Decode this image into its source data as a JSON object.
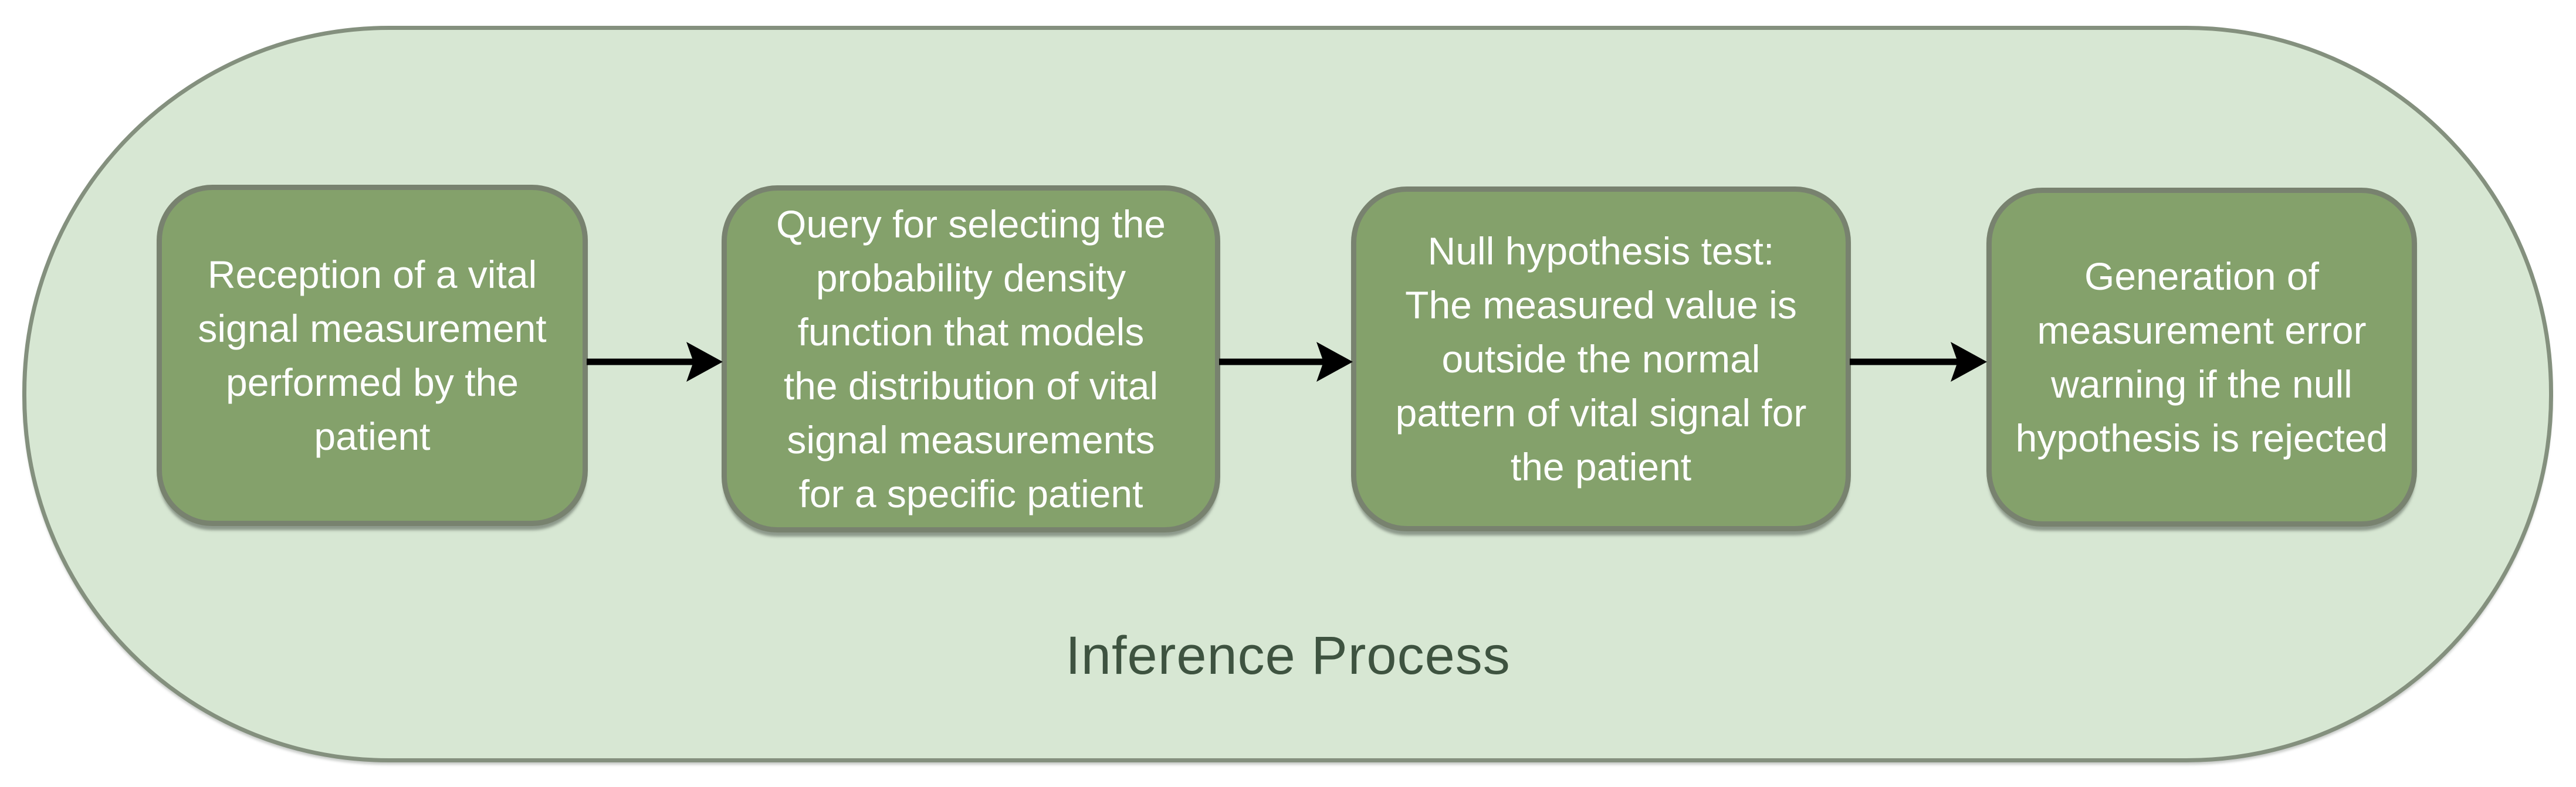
{
  "diagram": {
    "title": "Inference Process",
    "nodes": [
      {
        "id": "step-1",
        "text": "Reception of a vital\nsignal measurement\nperformed by the\npatient"
      },
      {
        "id": "step-2",
        "text": "Query for selecting the\nprobability density\nfunction that models\nthe distribution of vital\nsignal measurements\nfor a specific patient"
      },
      {
        "id": "step-3",
        "text": "Null hypothesis test:\nThe measured value is\noutside the normal\npattern of vital signal for\nthe patient"
      },
      {
        "id": "step-4",
        "text": "Generation of\nmeasurement error\nwarning if the null\nhypothesis is rejected"
      }
    ],
    "connections": [
      {
        "from": "step-1",
        "to": "step-2"
      },
      {
        "from": "step-2",
        "to": "step-3"
      },
      {
        "from": "step-3",
        "to": "step-4"
      }
    ]
  },
  "colors": {
    "page_background": "#ffffff",
    "container_fill": "#d7e7d3",
    "container_border": "#84907e",
    "node_fill": "#84a16b",
    "node_border": "#78826f",
    "node_text": "#ffffff",
    "title_text": "#3e5340",
    "arrow": "#000000"
  }
}
